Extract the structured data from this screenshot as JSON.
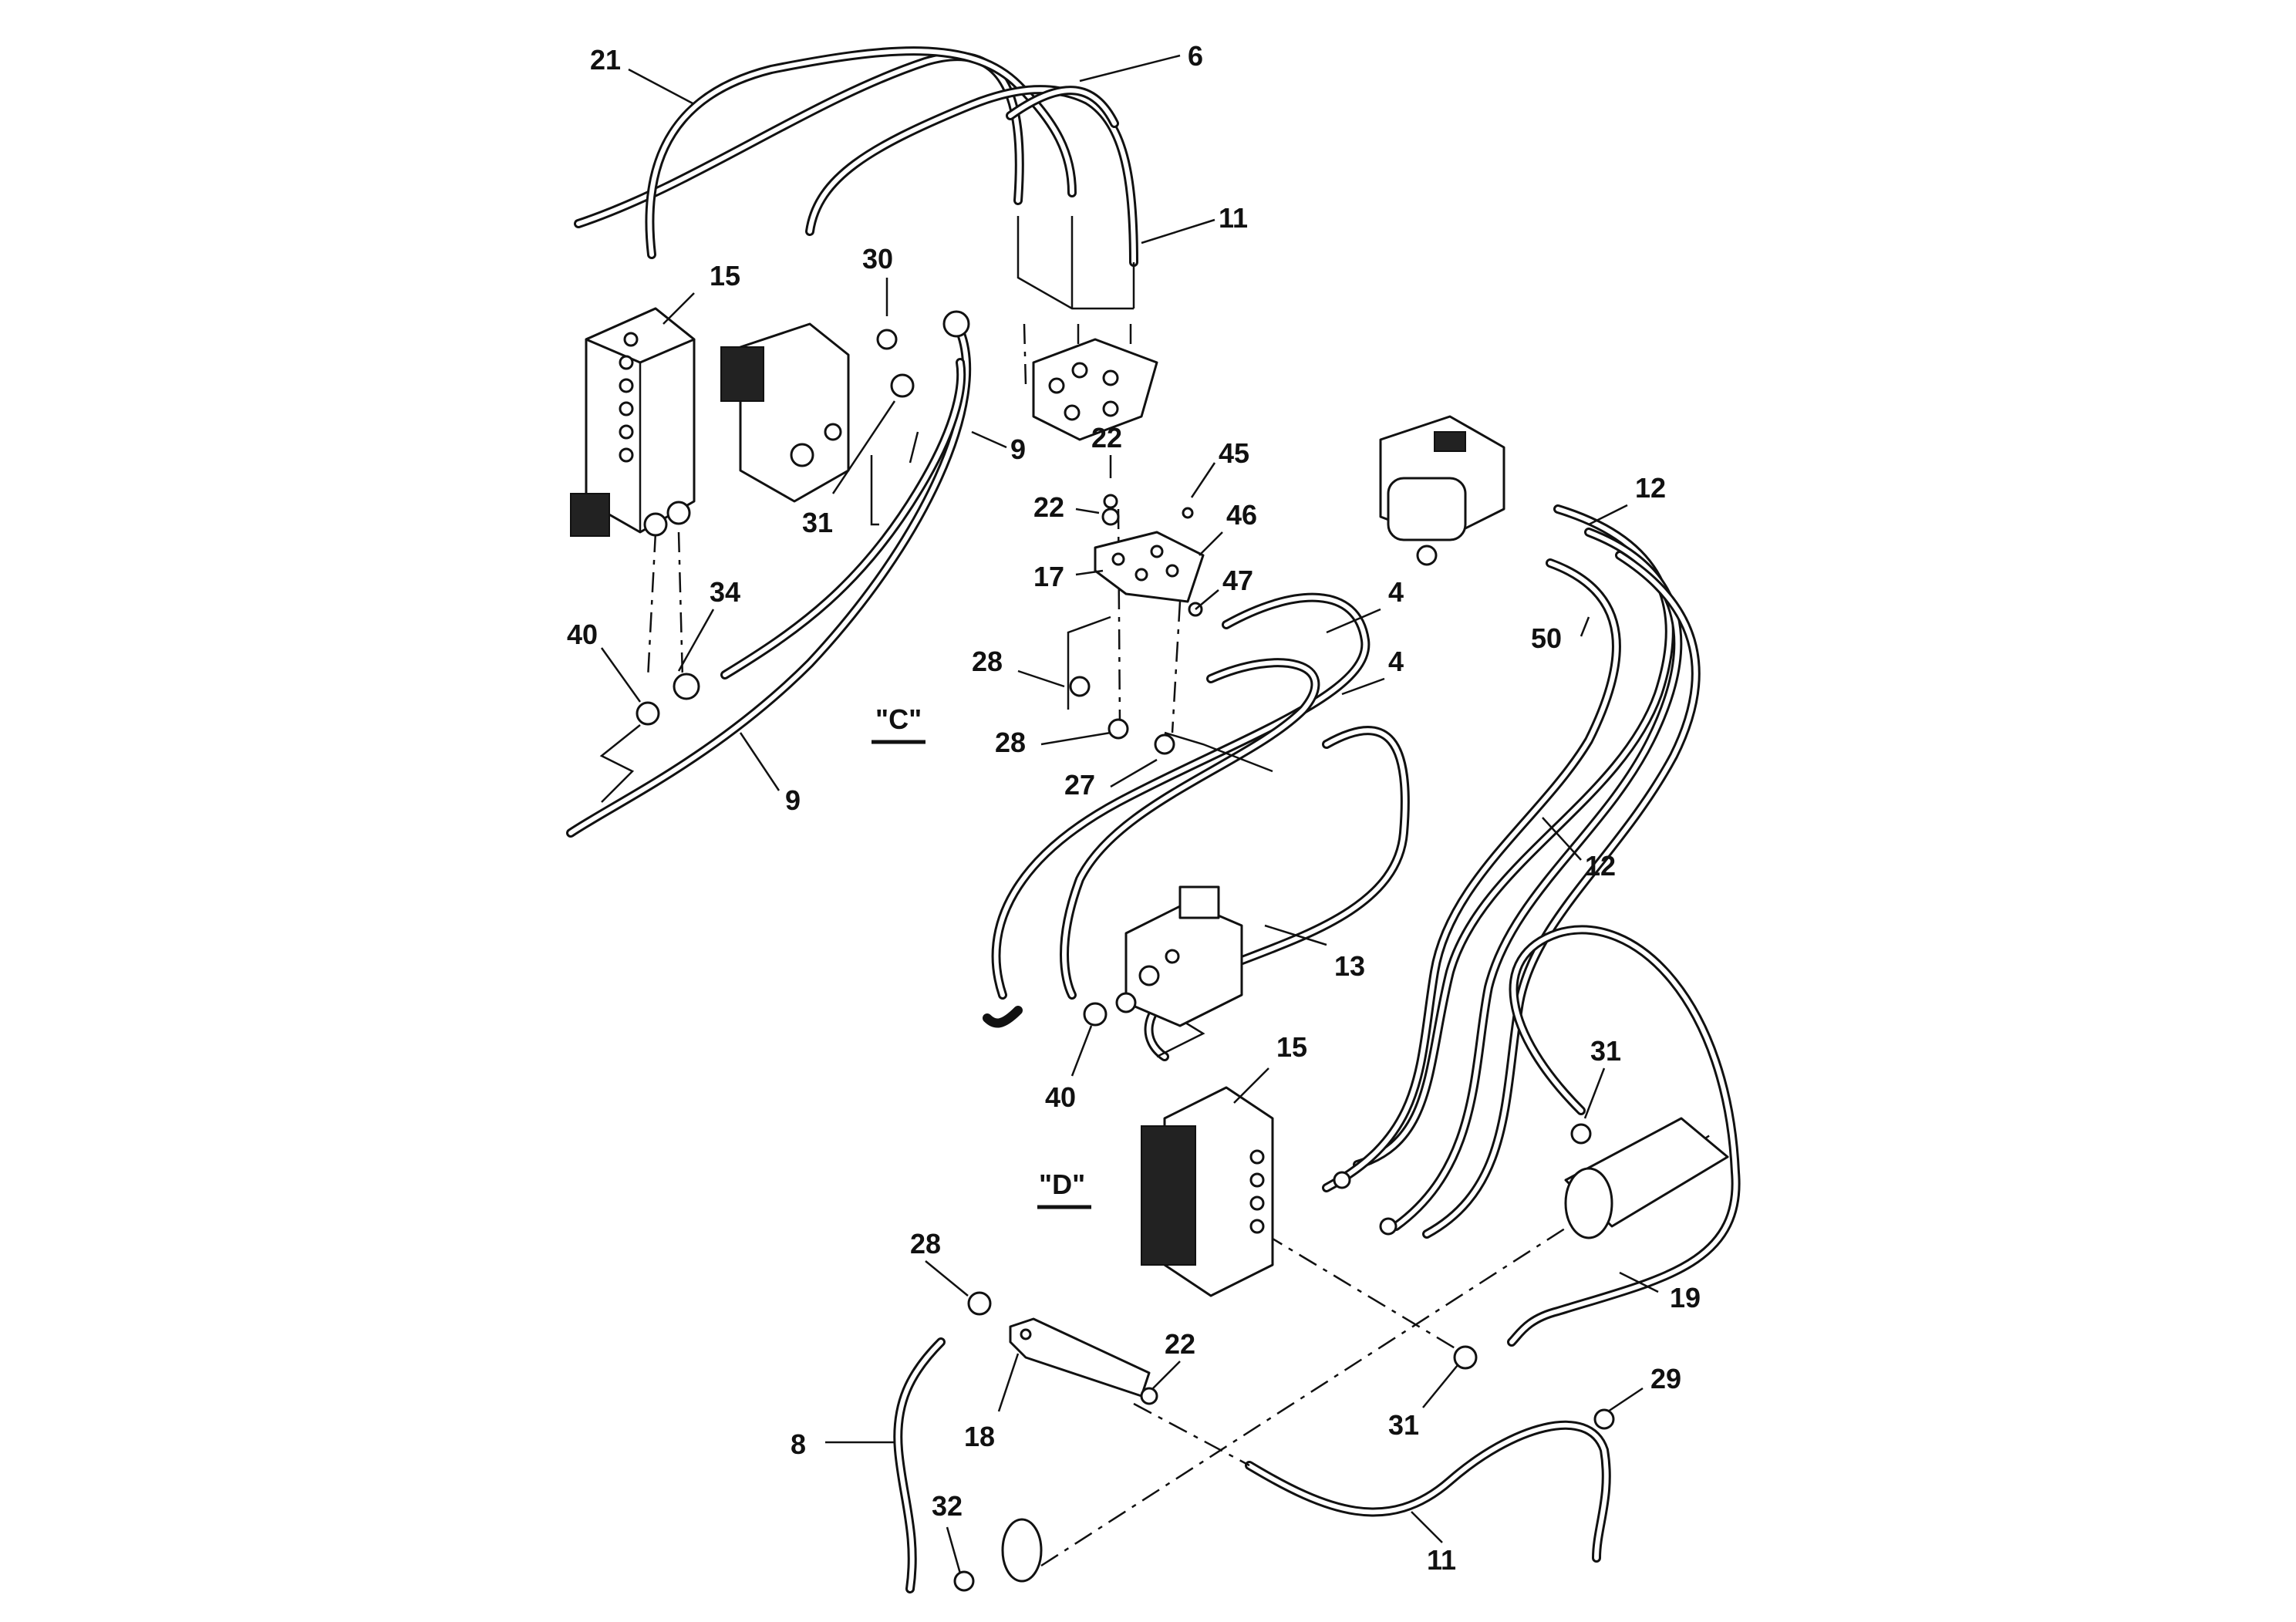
{
  "callouts": {
    "c21": "21",
    "c6": "6",
    "c11a": "11",
    "c15a": "15",
    "c30": "30",
    "c9a": "9",
    "c31a": "31",
    "c22a": "22",
    "c45": "45",
    "c22b": "22",
    "c46": "46",
    "c17": "17",
    "c47": "47",
    "c12a": "12",
    "c4a": "4",
    "c50": "50",
    "c34": "34",
    "c40a": "40",
    "c28a": "28",
    "c4b": "4",
    "c28b": "28",
    "c27": "27",
    "c9b": "9",
    "c12b": "12",
    "c13": "13",
    "c15b": "15",
    "c40b": "40",
    "c31b": "31",
    "c28c": "28",
    "c22c": "22",
    "c29": "29",
    "c19": "19",
    "c18": "18",
    "c8": "8",
    "c31c": "31",
    "c32": "32",
    "c11b": "11"
  },
  "views": {
    "c": "\"C\"",
    "d": "\"D\""
  },
  "icons": [
    "control-valve-block",
    "solenoid-valve",
    "hydraulic-motor",
    "steering-valve",
    "control-valve-bank",
    "hydraulic-cylinder",
    "mounting-plate",
    "bracket"
  ]
}
